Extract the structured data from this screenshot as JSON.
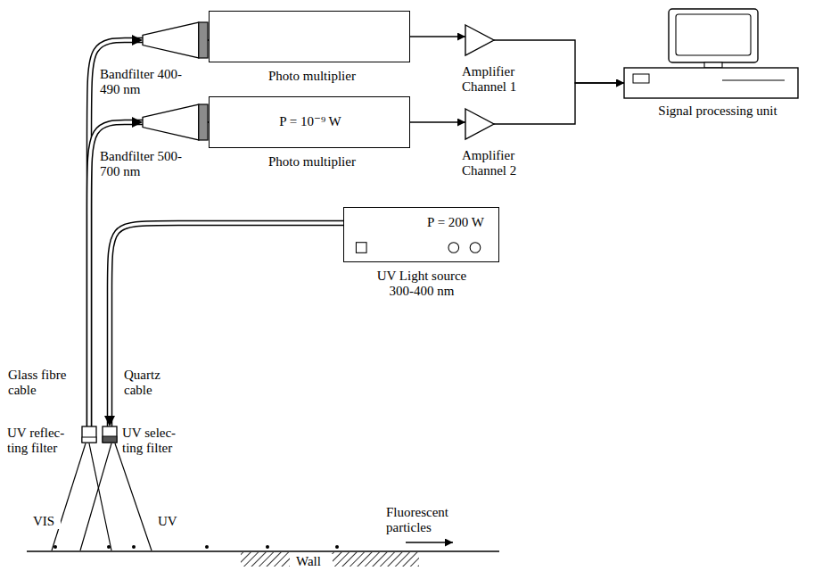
{
  "diagram": {
    "nodes": [
      {
        "text": [
          "Bandfilter 400-490 nm"
        ]
      },
      {
        "text": [
          "Photo multiplier"
        ]
      },
      {
        "text": [
          "Amplifier Channel 1"
        ]
      },
      {
        "text": [
          "Signal processing unit"
        ]
      },
      {
        "text": [
          "Bandfilter 500-700 nm"
        ]
      },
      {
        "text": [
          "P = 10⁻⁹ W",
          "Photo multiplier"
        ]
      },
      {
        "text": [
          "Amplifier Channel 2"
        ]
      },
      {
        "text": [
          "P = 200 W",
          "UV Light source 300-400 nm"
        ]
      },
      {
        "text": [
          "UV reflec- ting filter"
        ]
      },
      {
        "text": [
          "UV selec- ting filter"
        ]
      }
    ],
    "edges": [
      {
        "from": 0,
        "to": 1,
        "arrow": "none"
      },
      {
        "from": 1,
        "to": 2,
        "arrow": "to"
      },
      {
        "from": 2,
        "to": 3,
        "arrow": "to"
      },
      {
        "from": 4,
        "to": 5,
        "arrow": "none"
      },
      {
        "from": 5,
        "to": 6,
        "arrow": "to"
      },
      {
        "from": 6,
        "to": 3,
        "arrow": "to"
      },
      {
        "from": 7,
        "to": 9,
        "arrow": "to"
      },
      {
        "from": 8,
        "to": 0,
        "arrow": "to"
      },
      {
        "from": 8,
        "to": 4,
        "arrow": "to"
      }
    ],
    "labels": [
      "Glass fibre cable",
      "Quartz cable",
      "VIS",
      "UV",
      "Fluorescent particles",
      "Wall"
    ]
  }
}
